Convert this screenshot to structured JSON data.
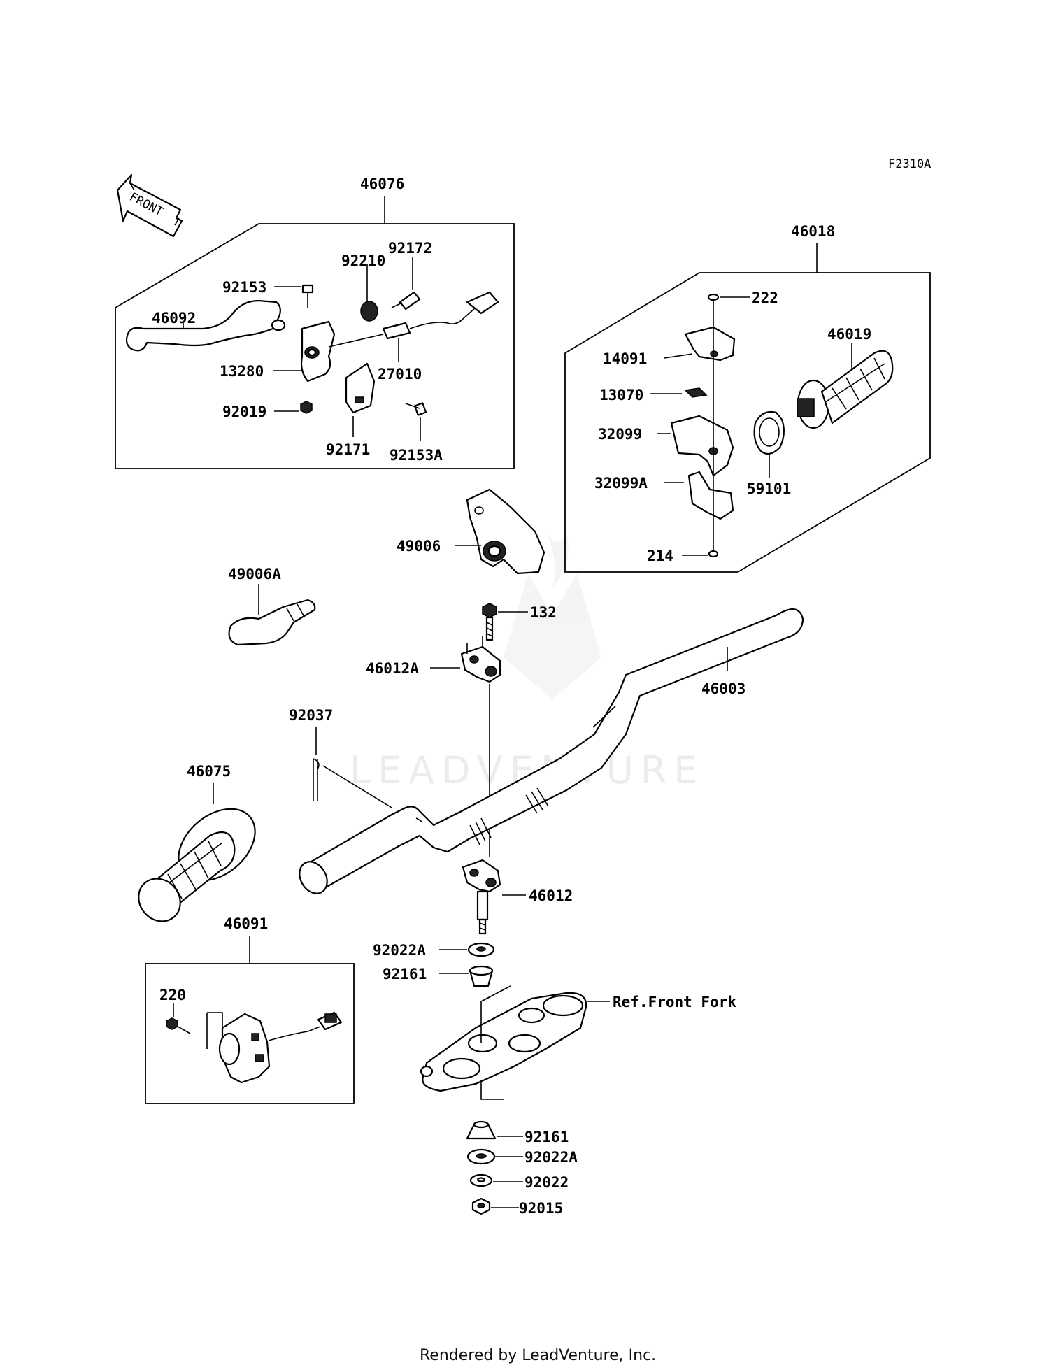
{
  "diagram": {
    "code": "F2310A",
    "front_label": "FRONT",
    "watermark": "LEADVENTURE",
    "footer": "Rendered by LeadVenture, Inc.",
    "parts": {
      "p46076": "46076",
      "p92172": "92172",
      "p92210": "92210",
      "p92153": "92153",
      "p46092": "46092",
      "p13280": "13280",
      "p27010": "27010",
      "p92019": "92019",
      "p92171": "92171",
      "p92153A": "92153A",
      "p46018": "46018",
      "p222": "222",
      "p46019": "46019",
      "p14091": "14091",
      "p13070": "13070",
      "p32099": "32099",
      "p32099A": "32099A",
      "p59101": "59101",
      "p214": "214",
      "p49006": "49006",
      "p49006A": "49006A",
      "p132": "132",
      "p46012A": "46012A",
      "p46003": "46003",
      "p92037": "92037",
      "p46075": "46075",
      "p46012": "46012",
      "p46091": "46091",
      "p220": "220",
      "p92022A_top": "92022A",
      "p92161_top": "92161",
      "ref_front_fork": "Ref.Front Fork",
      "p92161_bot": "92161",
      "p92022A_bot": "92022A",
      "p92022": "92022",
      "p92015": "92015"
    }
  }
}
